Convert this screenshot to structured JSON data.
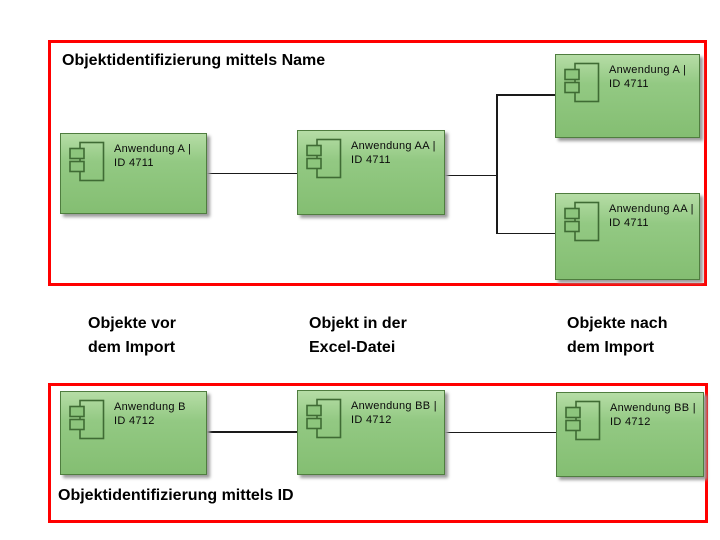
{
  "diagram": {
    "top_section": {
      "title": "Objektidentifizierung mittels Name"
    },
    "bottom_section": {
      "title": "Objektidentifizierung mittels ID"
    },
    "column_labels": {
      "before": {
        "line1": "Objekte vor",
        "line2": "dem Import"
      },
      "excel": {
        "line1": "Objekt in der",
        "line2": "Excel-Datei"
      },
      "after": {
        "line1": "Objekte nach",
        "line2": "dem Import"
      }
    },
    "nodes": [
      {
        "id": "name-before-a",
        "line1": "Anwendung A |",
        "line2": "ID 4711"
      },
      {
        "id": "name-excel-aa",
        "line1": "Anwendung AA |",
        "line2": "ID 4711"
      },
      {
        "id": "name-after-a",
        "line1": "Anwendung A |",
        "line2": "ID 4711"
      },
      {
        "id": "name-after-aa",
        "line1": "Anwendung AA |",
        "line2": "ID 4711"
      },
      {
        "id": "id-before-b",
        "line1": "Anwendung B",
        "line2": "ID 4712"
      },
      {
        "id": "id-excel-bb",
        "line1": "Anwendung BB |",
        "line2": "ID 4712"
      },
      {
        "id": "id-after-bb",
        "line1": "Anwendung BB |",
        "line2": "ID 4712"
      }
    ],
    "colors": {
      "section_border": "#ff0000",
      "node_fill_top": "#b6dda6",
      "node_fill_bottom": "#84be72",
      "node_border": "#4f7d3f",
      "node_shadow": "#9c9c9c",
      "connector": "#1a1a1a",
      "text": "#000000"
    }
  }
}
